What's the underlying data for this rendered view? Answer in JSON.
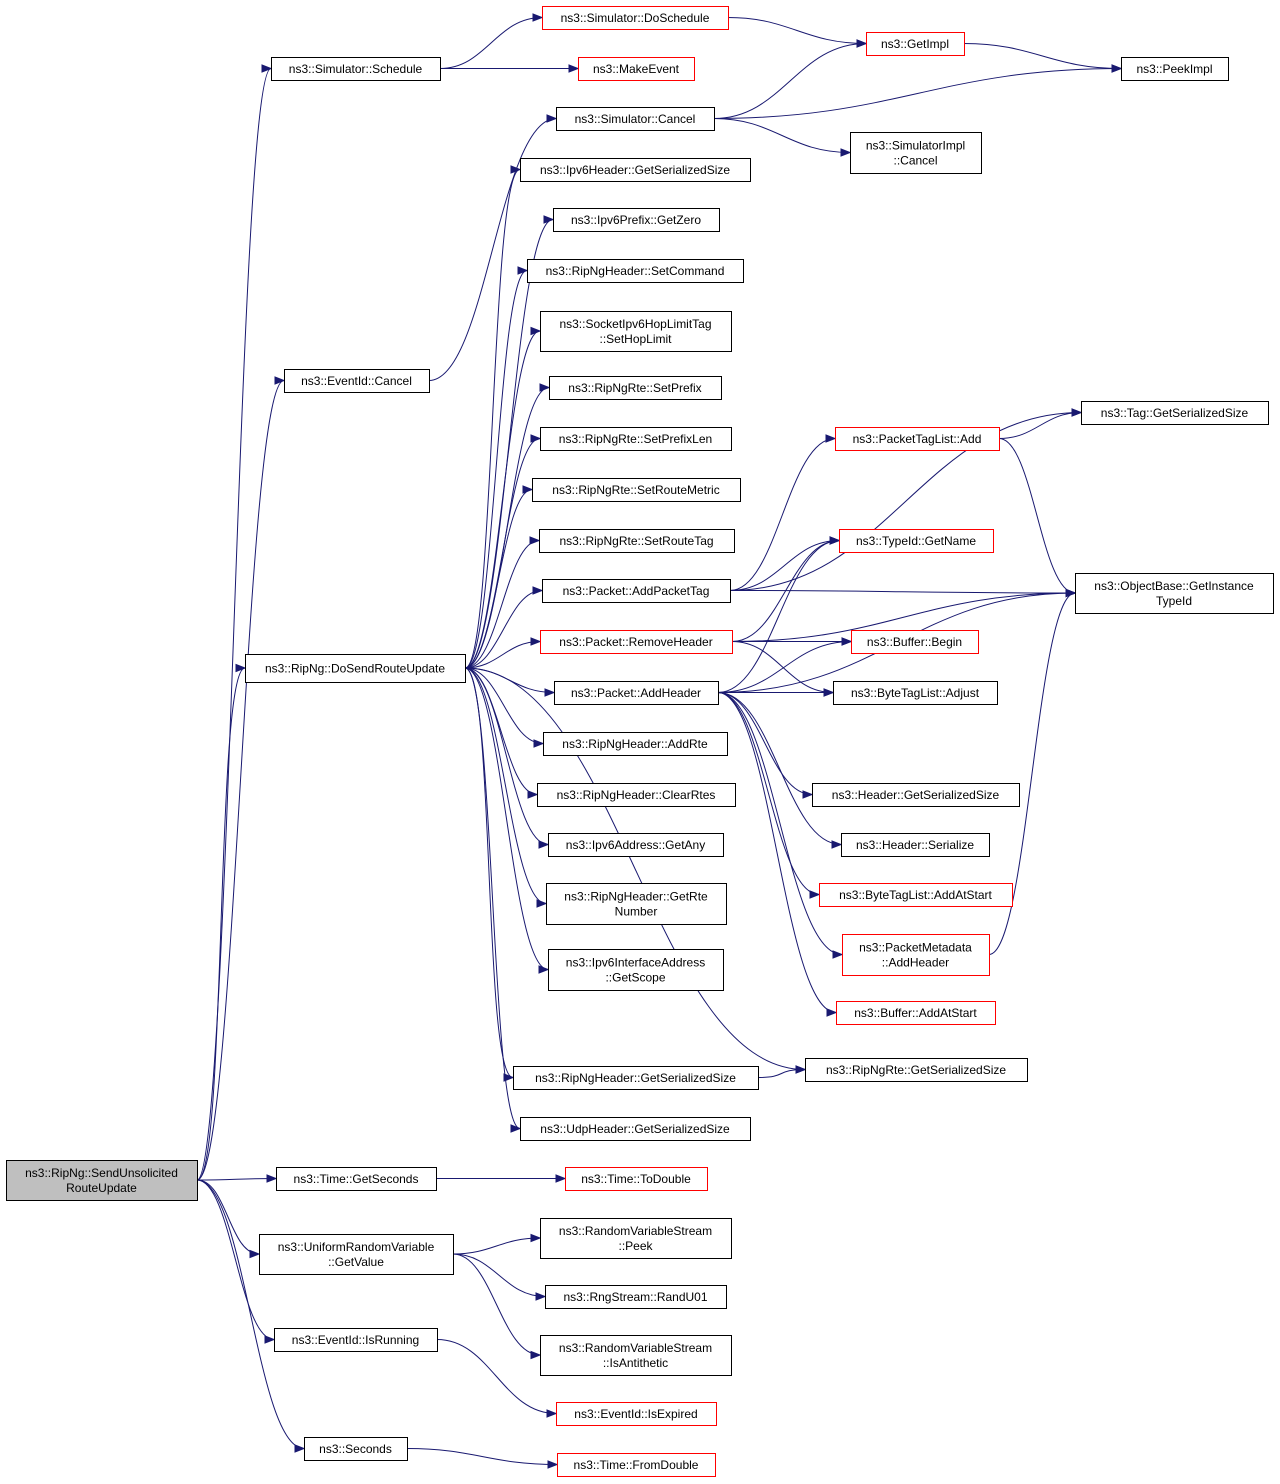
{
  "nodes": [
    {
      "id": "root",
      "lines": [
        "ns3::RipNg::SendUnsolicited",
        "RouteUpdate"
      ],
      "style": "root"
    },
    {
      "id": "sched",
      "lines": [
        "ns3::Simulator::Schedule"
      ],
      "style": "normal"
    },
    {
      "id": "dosched",
      "lines": [
        "ns3::Simulator::DoSchedule"
      ],
      "style": "red"
    },
    {
      "id": "makeevent",
      "lines": [
        "ns3::MakeEvent"
      ],
      "style": "red"
    },
    {
      "id": "getimpl",
      "lines": [
        "ns3::GetImpl"
      ],
      "style": "red"
    },
    {
      "id": "peekimpl",
      "lines": [
        "ns3::PeekImpl"
      ],
      "style": "normal"
    },
    {
      "id": "simcancel",
      "lines": [
        "ns3::Simulator::Cancel"
      ],
      "style": "normal"
    },
    {
      "id": "simimplcancel",
      "lines": [
        "ns3::SimulatorImpl",
        "::Cancel"
      ],
      "style": "normal"
    },
    {
      "id": "eventcancel",
      "lines": [
        "ns3::EventId::Cancel"
      ],
      "style": "normal"
    },
    {
      "id": "ipv6hdr",
      "lines": [
        "ns3::Ipv6Header::GetSerializedSize"
      ],
      "style": "normal"
    },
    {
      "id": "ipv6prefix",
      "lines": [
        "ns3::Ipv6Prefix::GetZero"
      ],
      "style": "normal"
    },
    {
      "id": "setcommand",
      "lines": [
        "ns3::RipNgHeader::SetCommand"
      ],
      "style": "normal"
    },
    {
      "id": "sethoplimit",
      "lines": [
        "ns3::SocketIpv6HopLimitTag",
        "::SetHopLimit"
      ],
      "style": "normal"
    },
    {
      "id": "setprefix",
      "lines": [
        "ns3::RipNgRte::SetPrefix"
      ],
      "style": "normal"
    },
    {
      "id": "setprefixlen",
      "lines": [
        "ns3::RipNgRte::SetPrefixLen"
      ],
      "style": "normal"
    },
    {
      "id": "setroutemetric",
      "lines": [
        "ns3::RipNgRte::SetRouteMetric"
      ],
      "style": "normal"
    },
    {
      "id": "setroutetag",
      "lines": [
        "ns3::RipNgRte::SetRouteTag"
      ],
      "style": "normal"
    },
    {
      "id": "addpackettag",
      "lines": [
        "ns3::Packet::AddPacketTag"
      ],
      "style": "normal"
    },
    {
      "id": "removeheader",
      "lines": [
        "ns3::Packet::RemoveHeader"
      ],
      "style": "red"
    },
    {
      "id": "addheader",
      "lines": [
        "ns3::Packet::AddHeader"
      ],
      "style": "normal"
    },
    {
      "id": "addrte",
      "lines": [
        "ns3::RipNgHeader::AddRte"
      ],
      "style": "normal"
    },
    {
      "id": "clearrtes",
      "lines": [
        "ns3::RipNgHeader::ClearRtes"
      ],
      "style": "normal"
    },
    {
      "id": "getany",
      "lines": [
        "ns3::Ipv6Address::GetAny"
      ],
      "style": "normal"
    },
    {
      "id": "getrtenumber",
      "lines": [
        "ns3::RipNgHeader::GetRte",
        "Number"
      ],
      "style": "normal"
    },
    {
      "id": "getscope",
      "lines": [
        "ns3::Ipv6InterfaceAddress",
        "::GetScope"
      ],
      "style": "normal"
    },
    {
      "id": "ripnghdrsize",
      "lines": [
        "ns3::RipNgHeader::GetSerializedSize"
      ],
      "style": "normal"
    },
    {
      "id": "udphdrsize",
      "lines": [
        "ns3::UdpHeader::GetSerializedSize"
      ],
      "style": "normal"
    },
    {
      "id": "dosend",
      "lines": [
        "ns3::RipNg::DoSendRouteUpdate"
      ],
      "style": "normal"
    },
    {
      "id": "ptladd",
      "lines": [
        "ns3::PacketTagList::Add"
      ],
      "style": "red"
    },
    {
      "id": "taggetsize",
      "lines": [
        "ns3::Tag::GetSerializedSize"
      ],
      "style": "normal"
    },
    {
      "id": "typeidname",
      "lines": [
        "ns3::TypeId::GetName"
      ],
      "style": "red"
    },
    {
      "id": "objbase",
      "lines": [
        "ns3::ObjectBase::GetInstance",
        "TypeId"
      ],
      "style": "normal"
    },
    {
      "id": "bufbegin",
      "lines": [
        "ns3::Buffer::Begin"
      ],
      "style": "red"
    },
    {
      "id": "btladjust",
      "lines": [
        "ns3::ByteTagList::Adjust"
      ],
      "style": "normal"
    },
    {
      "id": "hdrsize",
      "lines": [
        "ns3::Header::GetSerializedSize"
      ],
      "style": "normal"
    },
    {
      "id": "hdrserialize",
      "lines": [
        "ns3::Header::Serialize"
      ],
      "style": "normal"
    },
    {
      "id": "btladdatstart",
      "lines": [
        "ns3::ByteTagList::AddAtStart"
      ],
      "style": "red"
    },
    {
      "id": "pmaddheader",
      "lines": [
        "ns3::PacketMetadata",
        "::AddHeader"
      ],
      "style": "red"
    },
    {
      "id": "bufaddatstart",
      "lines": [
        "ns3::Buffer::AddAtStart"
      ],
      "style": "red"
    },
    {
      "id": "rterize",
      "lines": [
        "ns3::RipNgRte::GetSerializedSize"
      ],
      "style": "normal"
    },
    {
      "id": "getseconds",
      "lines": [
        "ns3::Time::GetSeconds"
      ],
      "style": "normal"
    },
    {
      "id": "todouble",
      "lines": [
        "ns3::Time::ToDouble"
      ],
      "style": "red"
    },
    {
      "id": "urvgetvalue",
      "lines": [
        "ns3::UniformRandomVariable",
        "::GetValue"
      ],
      "style": "normal"
    },
    {
      "id": "rvspeek",
      "lines": [
        "ns3::RandomVariableStream",
        "::Peek"
      ],
      "style": "normal"
    },
    {
      "id": "randu01",
      "lines": [
        "ns3::RngStream::RandU01"
      ],
      "style": "normal"
    },
    {
      "id": "isantithetic",
      "lines": [
        "ns3::RandomVariableStream",
        "::IsAntithetic"
      ],
      "style": "normal"
    },
    {
      "id": "isrunning",
      "lines": [
        "ns3::EventId::IsRunning"
      ],
      "style": "normal"
    },
    {
      "id": "isexpired",
      "lines": [
        "ns3::EventId::IsExpired"
      ],
      "style": "red"
    },
    {
      "id": "seconds",
      "lines": [
        "ns3::Seconds"
      ],
      "style": "normal"
    },
    {
      "id": "fromdouble",
      "lines": [
        "ns3::Time::FromDouble"
      ],
      "style": "red"
    }
  ],
  "edges": [
    [
      "root",
      "sched"
    ],
    [
      "root",
      "eventcancel"
    ],
    [
      "root",
      "dosend"
    ],
    [
      "root",
      "getseconds"
    ],
    [
      "root",
      "urvgetvalue"
    ],
    [
      "root",
      "isrunning"
    ],
    [
      "root",
      "seconds"
    ],
    [
      "sched",
      "dosched"
    ],
    [
      "sched",
      "makeevent"
    ],
    [
      "dosched",
      "getimpl"
    ],
    [
      "getimpl",
      "peekimpl"
    ],
    [
      "simcancel",
      "getimpl"
    ],
    [
      "simcancel",
      "peekimpl"
    ],
    [
      "simcancel",
      "simimplcancel"
    ],
    [
      "eventcancel",
      "simcancel"
    ],
    [
      "dosend",
      "ipv6hdr"
    ],
    [
      "dosend",
      "ipv6prefix"
    ],
    [
      "dosend",
      "setcommand"
    ],
    [
      "dosend",
      "sethoplimit"
    ],
    [
      "dosend",
      "setprefix"
    ],
    [
      "dosend",
      "setprefixlen"
    ],
    [
      "dosend",
      "setroutemetric"
    ],
    [
      "dosend",
      "setroutetag"
    ],
    [
      "dosend",
      "addpackettag"
    ],
    [
      "dosend",
      "removeheader"
    ],
    [
      "dosend",
      "addheader"
    ],
    [
      "dosend",
      "addrte"
    ],
    [
      "dosend",
      "clearrtes"
    ],
    [
      "dosend",
      "getany"
    ],
    [
      "dosend",
      "getrtenumber"
    ],
    [
      "dosend",
      "getscope"
    ],
    [
      "dosend",
      "ripnghdrsize"
    ],
    [
      "dosend",
      "udphdrsize"
    ],
    [
      "dosend",
      "rterize"
    ],
    [
      "addpackettag",
      "ptladd"
    ],
    [
      "addpackettag",
      "taggetsize"
    ],
    [
      "addpackettag",
      "typeidname"
    ],
    [
      "addpackettag",
      "objbase"
    ],
    [
      "ptladd",
      "taggetsize"
    ],
    [
      "ptladd",
      "objbase"
    ],
    [
      "removeheader",
      "typeidname"
    ],
    [
      "removeheader",
      "objbase"
    ],
    [
      "removeheader",
      "bufbegin"
    ],
    [
      "removeheader",
      "btladjust"
    ],
    [
      "addheader",
      "typeidname"
    ],
    [
      "addheader",
      "bufbegin"
    ],
    [
      "addheader",
      "btladjust"
    ],
    [
      "addheader",
      "objbase"
    ],
    [
      "addheader",
      "hdrsize"
    ],
    [
      "addheader",
      "hdrserialize"
    ],
    [
      "addheader",
      "btladdatstart"
    ],
    [
      "addheader",
      "pmaddheader"
    ],
    [
      "addheader",
      "bufaddatstart"
    ],
    [
      "pmaddheader",
      "objbase"
    ],
    [
      "ripnghdrsize",
      "rterize"
    ],
    [
      "getseconds",
      "todouble"
    ],
    [
      "urvgetvalue",
      "rvspeek"
    ],
    [
      "urvgetvalue",
      "randu01"
    ],
    [
      "urvgetvalue",
      "isantithetic"
    ],
    [
      "isrunning",
      "isexpired"
    ],
    [
      "seconds",
      "fromdouble"
    ]
  ]
}
